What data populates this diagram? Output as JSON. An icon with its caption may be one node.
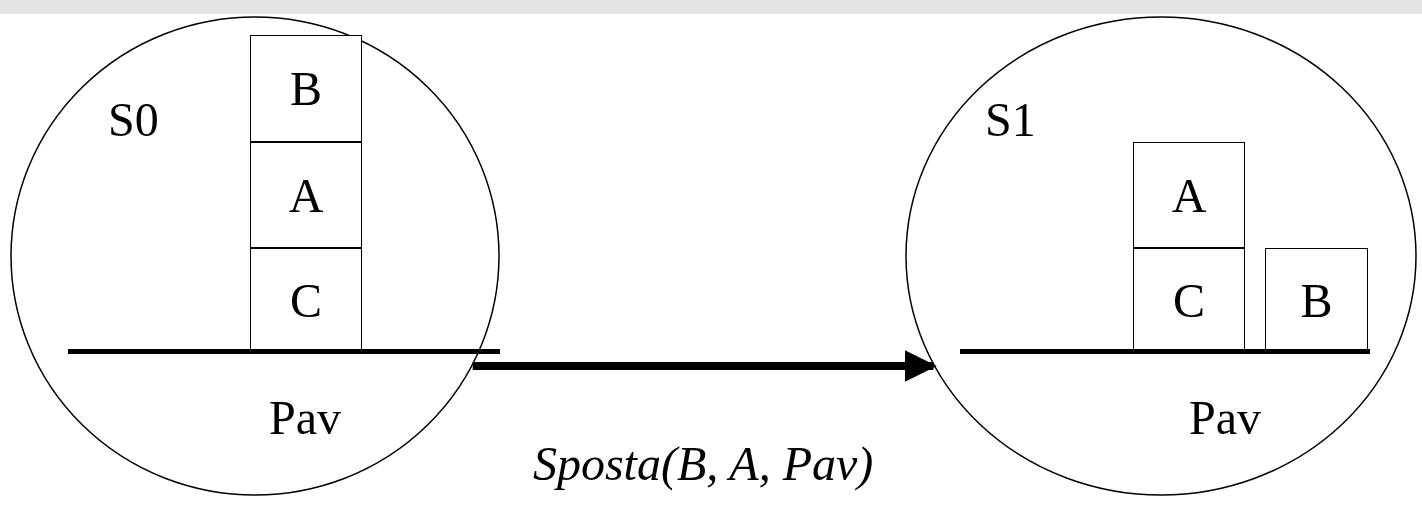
{
  "diagram": {
    "nodes": [
      {
        "text": [
          "S0"
        ]
      },
      {
        "text": [
          "B"
        ],
        "in": 0
      },
      {
        "text": [
          "A"
        ],
        "in": 0
      },
      {
        "text": [
          "C"
        ],
        "in": 0
      },
      {
        "text": [
          "Pav"
        ],
        "in": 0
      },
      {
        "text": [
          "S1"
        ]
      },
      {
        "text": [
          "A"
        ],
        "in": 5
      },
      {
        "text": [
          "C"
        ],
        "in": 5
      },
      {
        "text": [
          "B"
        ],
        "in": 5
      },
      {
        "text": [
          "Pav"
        ],
        "in": 5
      }
    ],
    "edges": [
      {
        "from": 0,
        "to": 5,
        "arrow": "to",
        "label": "Sposta(B, A, Pav)"
      }
    ]
  }
}
